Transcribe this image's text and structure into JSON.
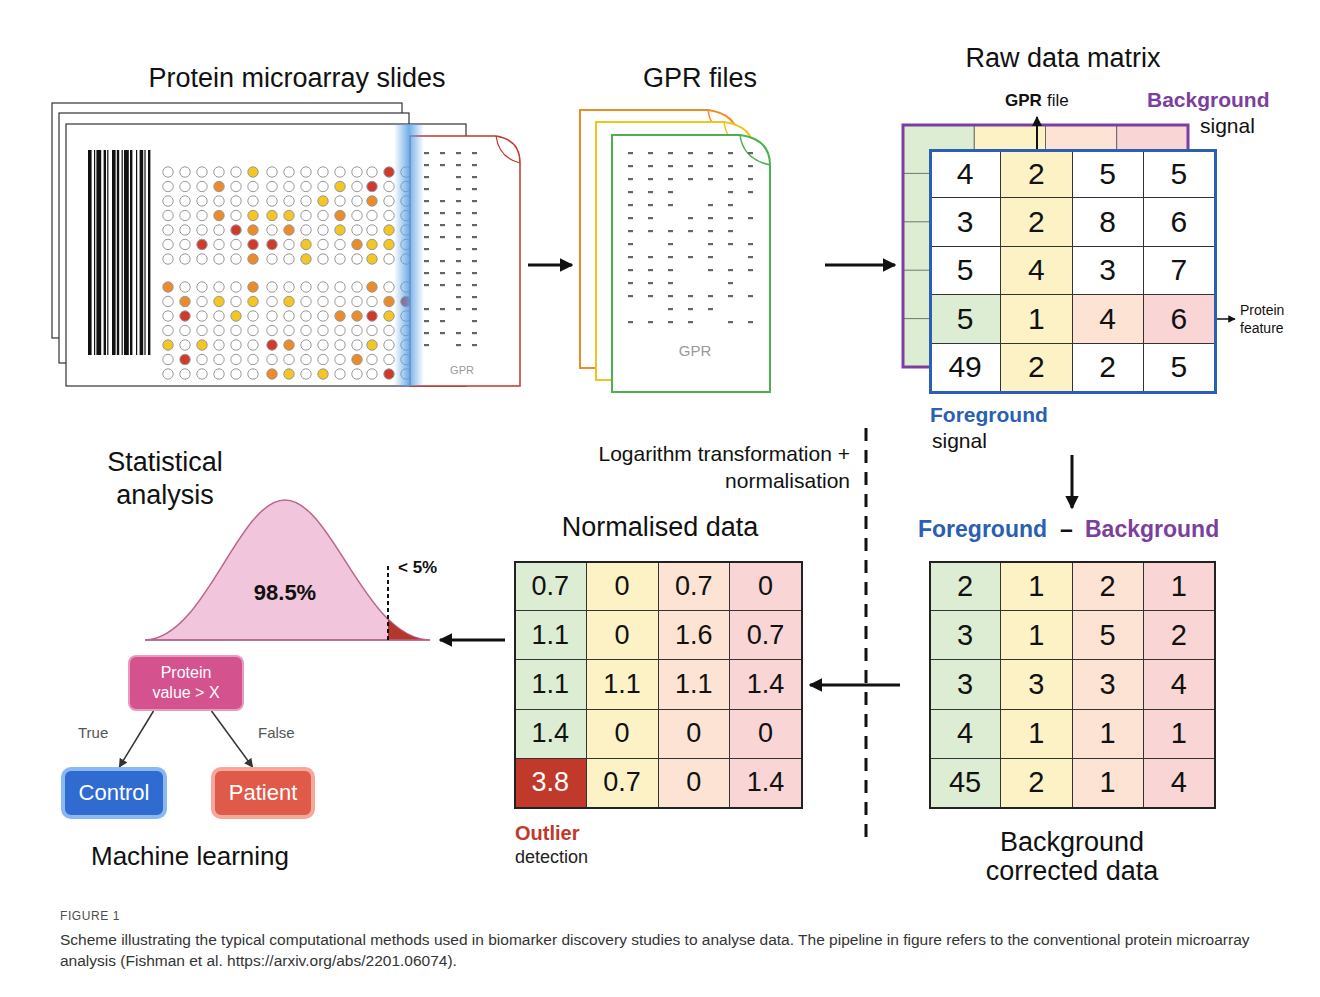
{
  "diagram": {
    "caption": "Scheme illustrating the typical computational methods used in biomarker discovery studies to analyse data. The pipeline in figure refers to the conventional protein microarray analysis (Fishman et al. https://arxiv.org/abs/2201.06074).",
    "nodes": [
      {
        "text": [
          "Protein microarray slides"
        ]
      },
      {
        "text": [
          "GPR files",
          "GPR"
        ]
      },
      {
        "text": [
          "Raw data matrix"
        ]
      },
      {
        "text": [
          "Background corrected data"
        ]
      },
      {
        "text": [
          "Normalised data"
        ]
      },
      {
        "text": [
          "Statistical analysis"
        ]
      },
      {
        "text": [
          "Protein value > X"
        ]
      },
      {
        "text": [
          "Control"
        ]
      },
      {
        "text": [
          "Patient"
        ]
      }
    ],
    "edges": [
      {
        "from": 0,
        "to": 1,
        "arrow": "to"
      },
      {
        "from": 1,
        "to": 2,
        "arrow": "to"
      },
      {
        "from": 2,
        "to": 3,
        "arrow": "to"
      },
      {
        "from": 3,
        "to": 4,
        "arrow": "to"
      },
      {
        "from": 4,
        "to": 5,
        "arrow": "to"
      },
      {
        "from": 6,
        "to": 7,
        "label": "True",
        "arrow": "to"
      },
      {
        "from": 6,
        "to": 8,
        "label": "False",
        "arrow": "to"
      }
    ],
    "labels": [
      "GPR",
      "GPR",
      "file",
      "Background",
      "signal",
      "Protein feature",
      "4",
      "2",
      "5",
      "5",
      "3",
      "2",
      "8",
      "6",
      "5",
      "4",
      "3",
      "7",
      "5",
      "1",
      "4",
      "6",
      "49",
      "2",
      "2",
      "5",
      "Foreground",
      "signal",
      "Logarithm transformation + normalisation",
      "Foreground",
      "–",
      "Background",
      "2",
      "1",
      "2",
      "1",
      "3",
      "1",
      "5",
      "2",
      "3",
      "3",
      "3",
      "4",
      "4",
      "1",
      "1",
      "1",
      "45",
      "2",
      "1",
      "4",
      "0.7",
      "0",
      "0.7",
      "0",
      "1.1",
      "0",
      "1.6",
      "0.7",
      "1.1",
      "1.1",
      "1.1",
      "1.4",
      "1.4",
      "0",
      "0",
      "0",
      "3.8",
      "0.7",
      "0",
      "1.4",
      "Outlier",
      "detection",
      "98.5%",
      "< 5%",
      "Machine learning",
      "FIGURE 1"
    ]
  }
}
